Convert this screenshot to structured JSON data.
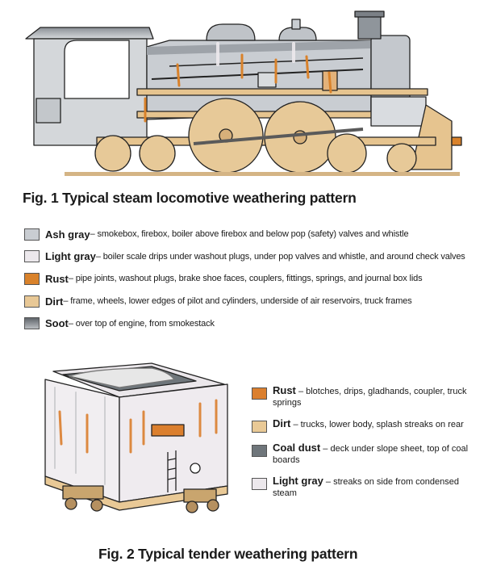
{
  "figure1": {
    "caption": "Fig. 1 Typical steam locomotive weathering pattern",
    "legend": [
      {
        "term": "Ash gray",
        "desc": " – smokebox, firebox, boiler above firebox and below pop (safety) valves and whistle",
        "color": "#c9cdd2"
      },
      {
        "term": "Light gray",
        "desc": " – boiler scale drips under washout plugs, under pop valves and whistle, and around check valves",
        "color": "#ece8ec"
      },
      {
        "term": "Rust",
        "desc": " – pipe joints, washout plugs, brake shoe faces, couplers, fittings, springs, and journal box lids",
        "color": "#d9822b"
      },
      {
        "term": "Dirt",
        "desc": " – frame, wheels, lower edges of pilot and cylinders, underside of air reservoirs, truck frames",
        "color": "#e8c896"
      },
      {
        "term": "Soot",
        "desc": " – over top of engine, from smokestack",
        "color": "#7b8086"
      }
    ]
  },
  "figure2": {
    "caption": "Fig. 2 Typical tender weathering pattern",
    "legend": [
      {
        "term": "Rust",
        "desc": " – blotches, drips, gladhands, coupler, truck springs",
        "color": "#db7f2e"
      },
      {
        "term": "Dirt",
        "desc": " – trucks, lower body, splash streaks on rear",
        "color": "#e9c996"
      },
      {
        "term": "Coal dust",
        "desc": " – deck under slope sheet, top of coal boards",
        "color": "#6f767b"
      },
      {
        "term": "Light gray",
        "desc": " – streaks on side from condensed steam",
        "color": "#ece8ec"
      }
    ]
  }
}
